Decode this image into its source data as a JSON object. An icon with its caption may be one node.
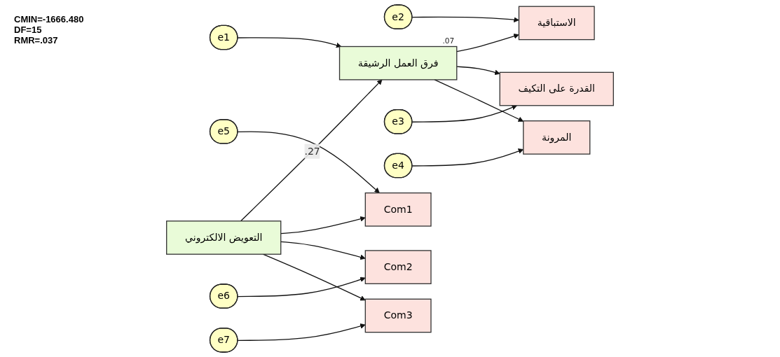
{
  "diagram": {
    "nodes": [
      {
        "text": [
          "e2"
        ]
      },
      {
        "text": [
          "الاستباقية"
        ]
      },
      {
        "text": [
          "e1"
        ]
      },
      {
        "text": [
          "فرق العمل الرشيقة"
        ],
        "beside": [
          ".07"
        ]
      },
      {
        "text": [
          "e3"
        ]
      },
      {
        "text": [
          "القدرة على التكيف"
        ]
      },
      {
        "text": [
          "e4"
        ]
      },
      {
        "text": [
          "المرونة"
        ]
      },
      {
        "text": [
          "التعويض الالكتروني"
        ]
      },
      {
        "text": [
          "Com1"
        ]
      },
      {
        "text": [
          "e5"
        ]
      },
      {
        "text": [
          "Com2"
        ]
      },
      {
        "text": [
          "e6"
        ]
      },
      {
        "text": [
          "Com3"
        ]
      },
      {
        "text": [
          "e7"
        ]
      }
    ],
    "edges": [
      {
        "from": 0,
        "to": 1,
        "arrow": "to"
      },
      {
        "from": 3,
        "to": 1,
        "arrow": "to"
      },
      {
        "from": 2,
        "to": 3,
        "arrow": "to"
      },
      {
        "from": 4,
        "to": 5,
        "arrow": "to"
      },
      {
        "from": 3,
        "to": 5,
        "arrow": "to"
      },
      {
        "from": 6,
        "to": 7,
        "arrow": "to"
      },
      {
        "from": 3,
        "to": 7,
        "arrow": "to"
      },
      {
        "from": 8,
        "to": 3,
        "arrow": "to",
        "label": ".27"
      },
      {
        "from": 8,
        "to": 9,
        "arrow": "to"
      },
      {
        "from": 10,
        "to": 9,
        "arrow": "to"
      },
      {
        "from": 8,
        "to": 11,
        "arrow": "to"
      },
      {
        "from": 12,
        "to": 11,
        "arrow": "to"
      },
      {
        "from": 8,
        "to": 13,
        "arrow": "to"
      },
      {
        "from": 14,
        "to": 13,
        "arrow": "to"
      }
    ],
    "labels": [
      "CMIN=-1666.480",
      "DF=15",
      "RMR=.037"
    ]
  }
}
